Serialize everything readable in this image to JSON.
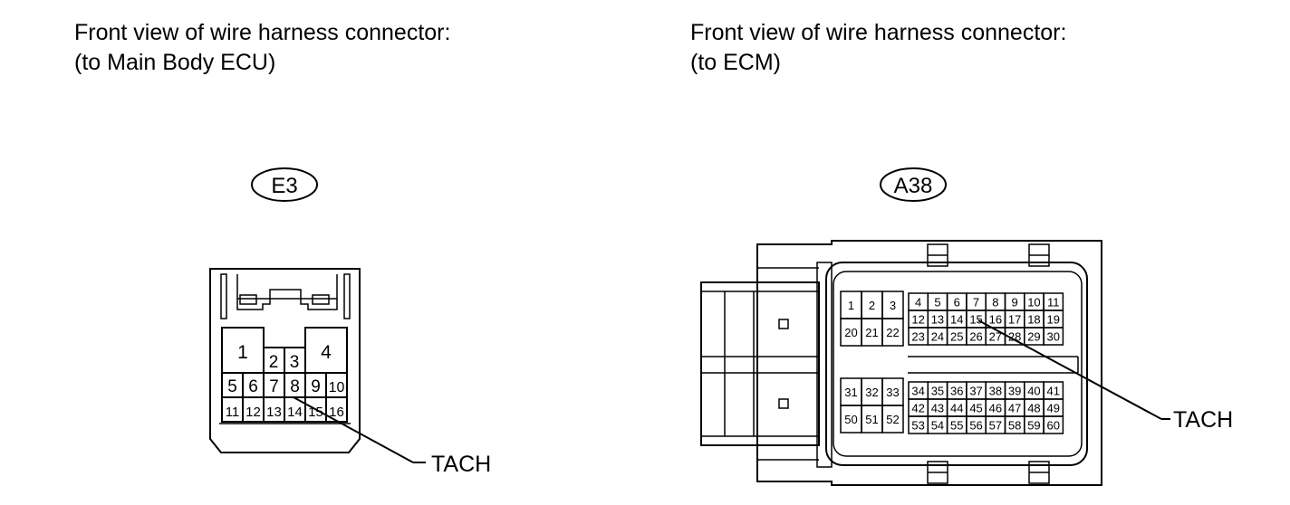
{
  "left_connector": {
    "caption_line1": "Front view of wire harness connector:",
    "caption_line2": "(to Main Body ECU)",
    "code": "E3",
    "pins": {
      "big": [
        "1",
        "4"
      ],
      "row0": [
        "2",
        "3"
      ],
      "row1": [
        "5",
        "6",
        "7",
        "8",
        "9",
        "10"
      ],
      "row2": [
        "11",
        "12",
        "13",
        "14",
        "15",
        "16"
      ]
    },
    "callout": "TACH"
  },
  "right_connector": {
    "caption_line1": "Front view of wire harness connector:",
    "caption_line2": "(to ECM)",
    "code": "A38",
    "pins": {
      "left_top": [
        [
          "1",
          "2",
          "3"
        ],
        [
          "20",
          "21",
          "22"
        ]
      ],
      "right_top": [
        [
          "4",
          "5",
          "6",
          "7",
          "8",
          "9",
          "10",
          "11"
        ],
        [
          "12",
          "13",
          "14",
          "15",
          "16",
          "17",
          "18",
          "19"
        ],
        [
          "23",
          "24",
          "25",
          "26",
          "27",
          "28",
          "29",
          "30"
        ]
      ],
      "left_bottom": [
        [
          "31",
          "32",
          "33"
        ],
        [
          "50",
          "51",
          "52"
        ]
      ],
      "right_bottom": [
        [
          "34",
          "35",
          "36",
          "37",
          "38",
          "39",
          "40",
          "41"
        ],
        [
          "42",
          "43",
          "44",
          "45",
          "46",
          "47",
          "48",
          "49"
        ],
        [
          "53",
          "54",
          "55",
          "56",
          "57",
          "58",
          "59",
          "60"
        ]
      ]
    },
    "callout": "TACH"
  }
}
